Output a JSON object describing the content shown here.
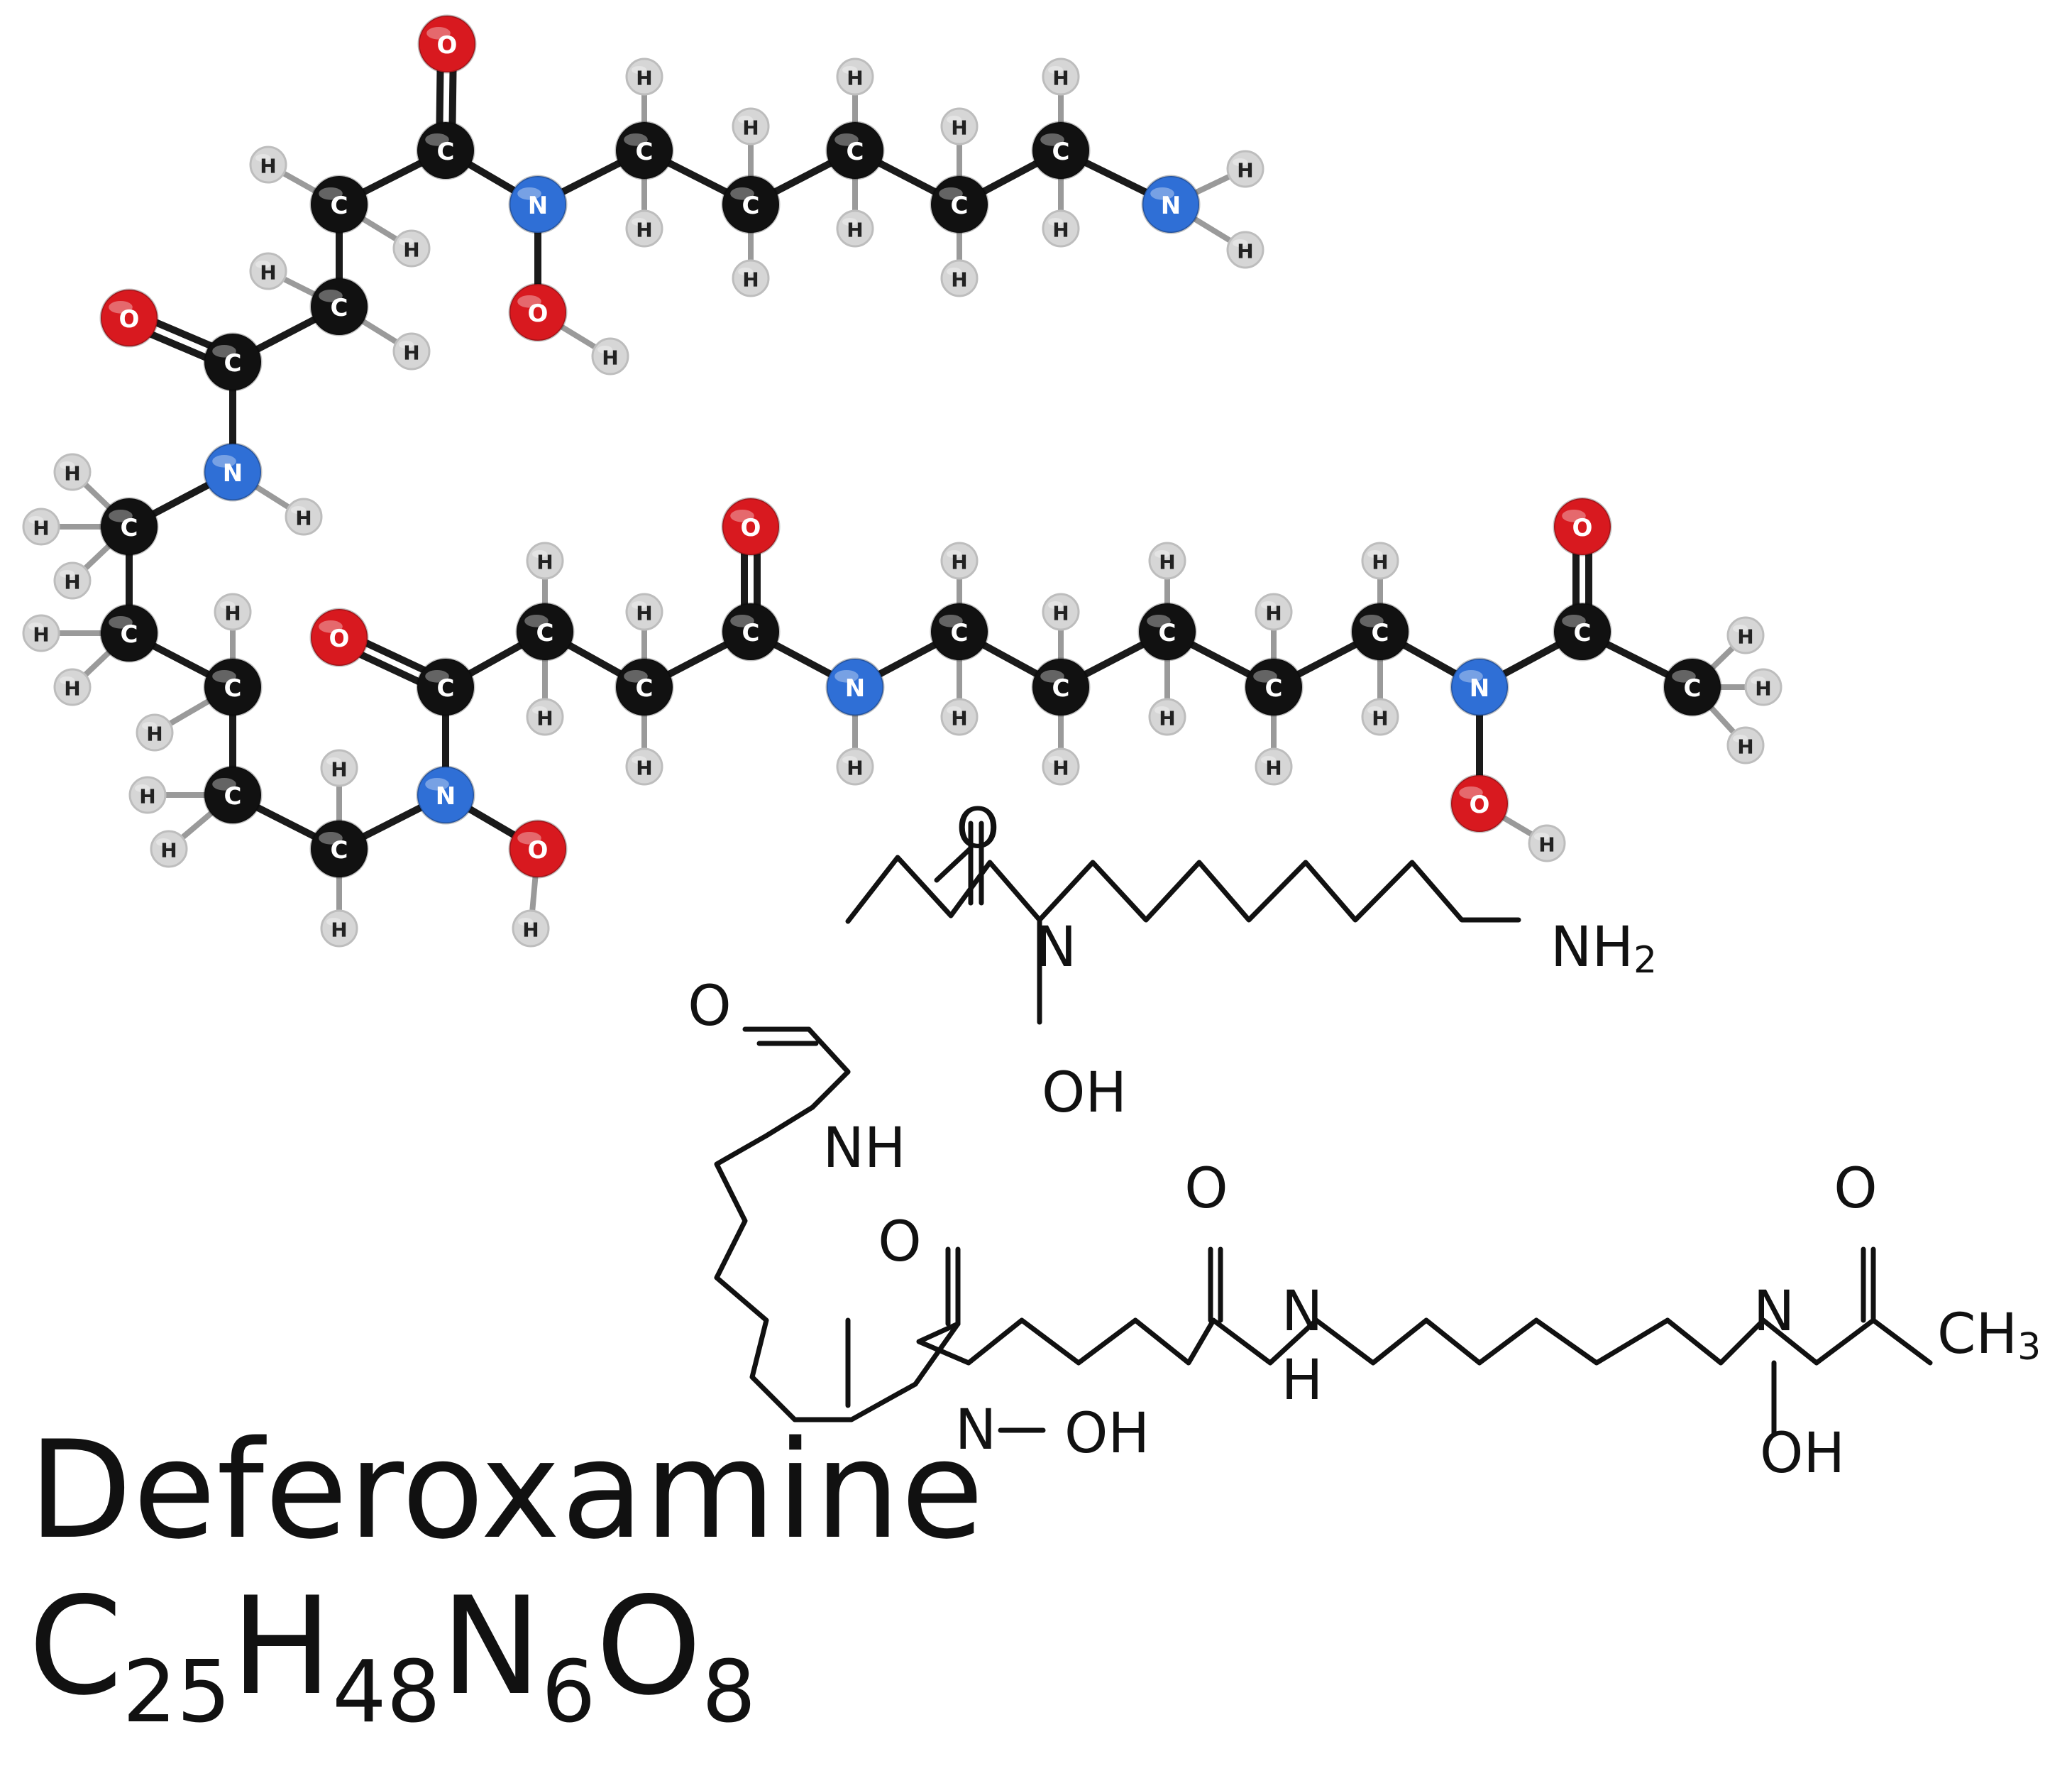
{
  "caption": {
    "name": "Deferoxamine",
    "formula": [
      {
        "text": "C",
        "sub": false
      },
      {
        "text": "25",
        "sub": true
      },
      {
        "text": "H",
        "sub": false
      },
      {
        "text": "48",
        "sub": true
      },
      {
        "text": "N",
        "sub": false
      },
      {
        "text": "6",
        "sub": true
      },
      {
        "text": "O",
        "sub": false
      },
      {
        "text": "8",
        "sub": true
      }
    ]
  },
  "atom_colors": {
    "C": "#111111",
    "H": "#d6d6d6",
    "N": "#2f6fd6",
    "O": "#d8191f"
  },
  "atom_text_colors": {
    "C": "#ffffff",
    "H": "#222222",
    "N": "#ffffff",
    "O": "#ffffff"
  },
  "skeletal_labels": {
    "nh2": [
      "NH",
      "2"
    ],
    "ch3": [
      "CH",
      "3"
    ]
  }
}
